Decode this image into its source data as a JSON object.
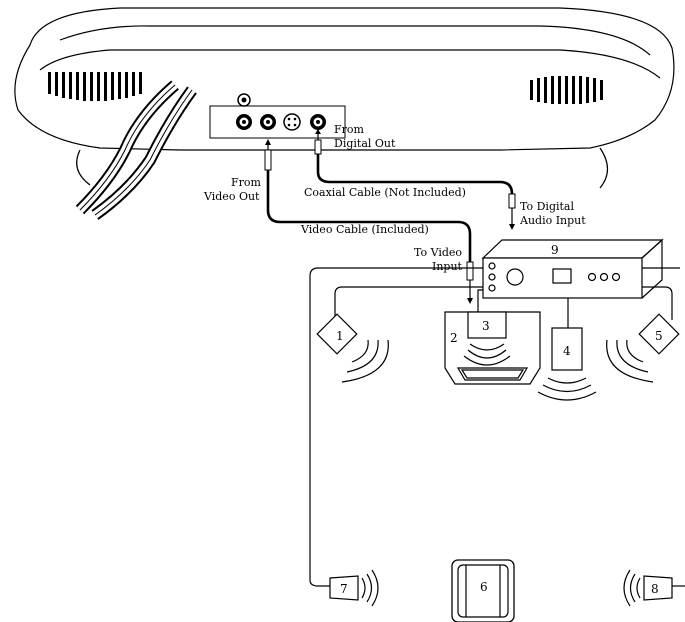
{
  "labels": {
    "from_digital_out": [
      "From",
      "Digital Out"
    ],
    "from_video_out": [
      "From",
      "Video Out"
    ],
    "coaxial_cable": "Coaxial Cable (Not Included)",
    "video_cable": "Video Cable (Included)",
    "to_digital_audio_input": [
      "To Digital",
      "Audio Input"
    ],
    "to_video_input": [
      "To Video",
      "Input"
    ]
  },
  "components": {
    "n1": "1",
    "n2": "2",
    "n3": "3",
    "n4": "4",
    "n5": "5",
    "n6": "6",
    "n7": "7",
    "n8": "8",
    "n9": "9"
  }
}
